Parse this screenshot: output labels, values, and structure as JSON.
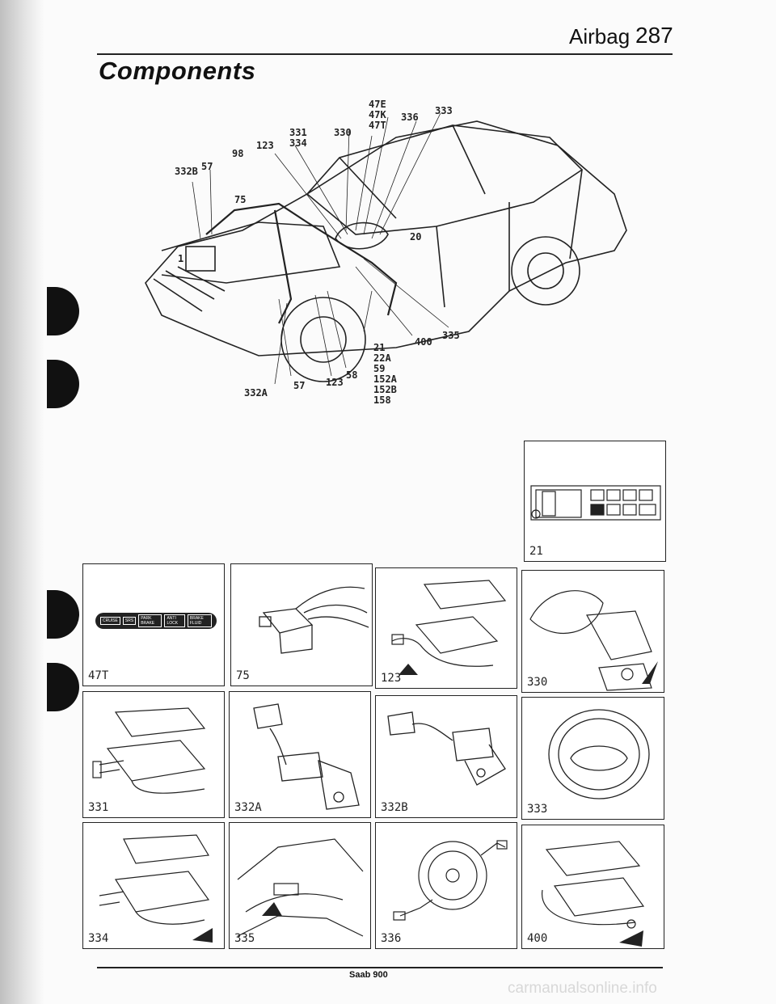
{
  "header": {
    "title": "Airbag",
    "page": "287"
  },
  "section_title": "Components",
  "callouts": [
    {
      "id": "c47e",
      "text": "47E"
    },
    {
      "id": "c47k",
      "text": "47K"
    },
    {
      "id": "c47t",
      "text": "47T"
    },
    {
      "id": "c336",
      "text": "336"
    },
    {
      "id": "c333",
      "text": "333"
    },
    {
      "id": "c331",
      "text": "331"
    },
    {
      "id": "c330",
      "text": "330"
    },
    {
      "id": "c334",
      "text": "334"
    },
    {
      "id": "c123a",
      "text": "123"
    },
    {
      "id": "c98",
      "text": "98"
    },
    {
      "id": "c332b",
      "text": "332B"
    },
    {
      "id": "c57a",
      "text": "57"
    },
    {
      "id": "c75",
      "text": "75"
    },
    {
      "id": "c1",
      "text": "1"
    },
    {
      "id": "c20",
      "text": "20"
    },
    {
      "id": "c335",
      "text": "335"
    },
    {
      "id": "c400",
      "text": "400"
    },
    {
      "id": "c21",
      "text": "21"
    },
    {
      "id": "c22a",
      "text": "22A"
    },
    {
      "id": "c59",
      "text": "59"
    },
    {
      "id": "c152a",
      "text": "152A"
    },
    {
      "id": "c152b",
      "text": "152B"
    },
    {
      "id": "c158",
      "text": "158"
    },
    {
      "id": "c58",
      "text": "58"
    },
    {
      "id": "c123b",
      "text": "123"
    },
    {
      "id": "c57b",
      "text": "57"
    },
    {
      "id": "c332a",
      "text": "332A"
    }
  ],
  "warning_lamps": [
    "CRUISE",
    "SRS",
    "PARK BRAKE",
    "ANTI LOCK",
    "BRAKE FLUID"
  ],
  "panels": [
    {
      "id": "p21",
      "label": "21"
    },
    {
      "id": "p47t",
      "label": "47T"
    },
    {
      "id": "p75",
      "label": "75"
    },
    {
      "id": "p123",
      "label": "123"
    },
    {
      "id": "p330",
      "label": "330"
    },
    {
      "id": "p331",
      "label": "331"
    },
    {
      "id": "p332a",
      "label": "332A"
    },
    {
      "id": "p332b",
      "label": "332B"
    },
    {
      "id": "p333",
      "label": "333"
    },
    {
      "id": "p334",
      "label": "334"
    },
    {
      "id": "p335",
      "label": "335"
    },
    {
      "id": "p336",
      "label": "336"
    },
    {
      "id": "p400",
      "label": "400"
    }
  ],
  "footer": {
    "text": "Saab 900"
  },
  "watermark": "carmanualsonline.info"
}
